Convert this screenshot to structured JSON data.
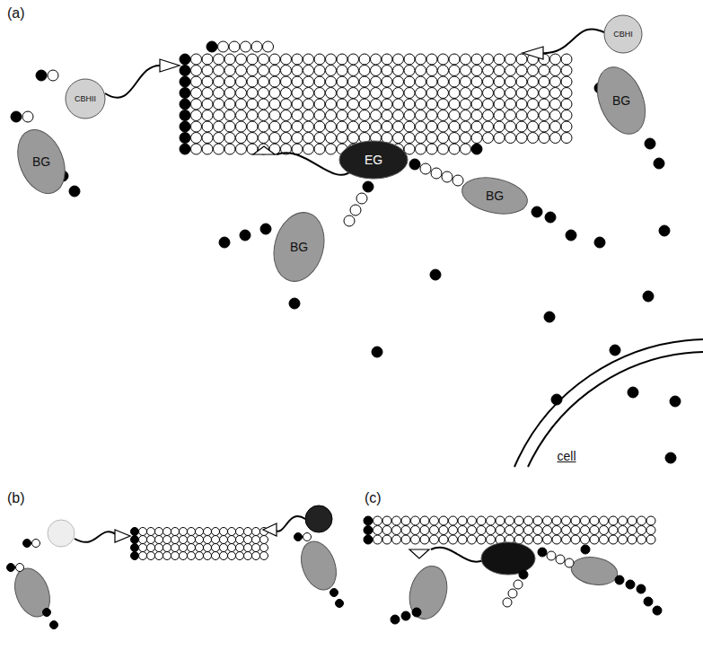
{
  "diagram": {
    "nodes": [
      {
        "text": [
          "CBHII"
        ]
      },
      {
        "text": [
          "CBHI"
        ]
      },
      {
        "text": [
          "BG"
        ]
      },
      {
        "text": [
          "BG"
        ]
      },
      {
        "text": [
          "BG"
        ]
      },
      {
        "text": [
          "EG"
        ]
      },
      {
        "text": [
          "BG"
        ]
      },
      {
        "text": [
          "cell"
        ]
      }
    ],
    "labels": [
      "(a)",
      "(b)",
      "(c)"
    ]
  }
}
